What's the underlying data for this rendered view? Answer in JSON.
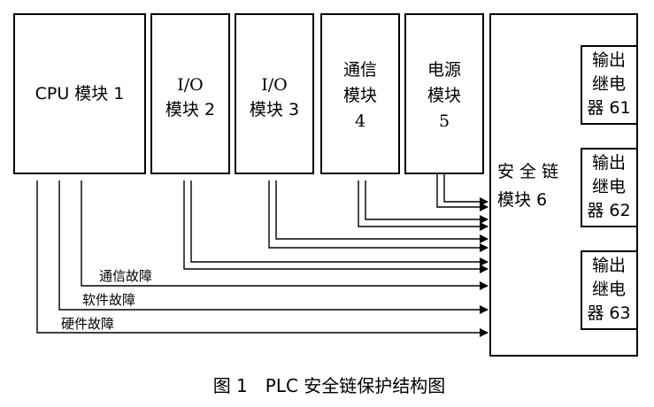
{
  "modules": {
    "cpu": {
      "label": "CPU 模块 1"
    },
    "io2": {
      "line1": "I/O",
      "line2": "模块 2"
    },
    "io3": {
      "line1": "I/O",
      "line2": "模块 3"
    },
    "comm4": {
      "line1": "通信",
      "line2": "模块",
      "line3": "4"
    },
    "power5": {
      "line1": "电源",
      "line2": "模块",
      "line3": "5"
    },
    "safety6": {
      "line1": "安 全 链",
      "line2": "模块 6"
    }
  },
  "relays": [
    {
      "line1": "输出",
      "line2": "继电",
      "line3": "器 61"
    },
    {
      "line1": "输出",
      "line2": "继电",
      "line3": "器 62"
    },
    {
      "line1": "输出",
      "line2": "继电",
      "line3": "器 63"
    }
  ],
  "signals": {
    "comm_fault": "通信故障",
    "software_fault": "软件故障",
    "hardware_fault": "硬件故障"
  },
  "caption": "图 1　PLC 安全链保护结构图"
}
